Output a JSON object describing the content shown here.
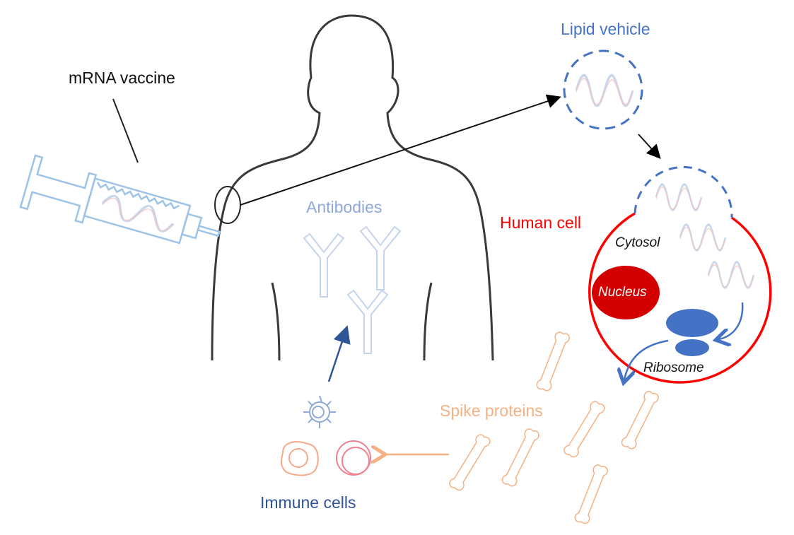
{
  "labels": {
    "mrna_vaccine": "mRNA vaccine",
    "lipid_vehicle": "Lipid vehicle",
    "antibodies": "Antibodies",
    "human_cell": "Human cell",
    "cytosol": "Cytosol",
    "nucleus": "Nucleus",
    "ribosome": "Ribosome",
    "spike_proteins": "Spike proteins",
    "immune_cells": "Immune cells"
  },
  "colors": {
    "lipid_blue": "#4472c4",
    "cell_red": "#ff0000",
    "nucleus_red": "#d00000",
    "ribosome_blue": "#4472c4",
    "antibody_blue": "#8fa9dc",
    "spike_orange": "#f4b183",
    "immune_navy": "#2f5597",
    "syringe_blue": "#9dc3e6",
    "body_outline": "#333333"
  }
}
